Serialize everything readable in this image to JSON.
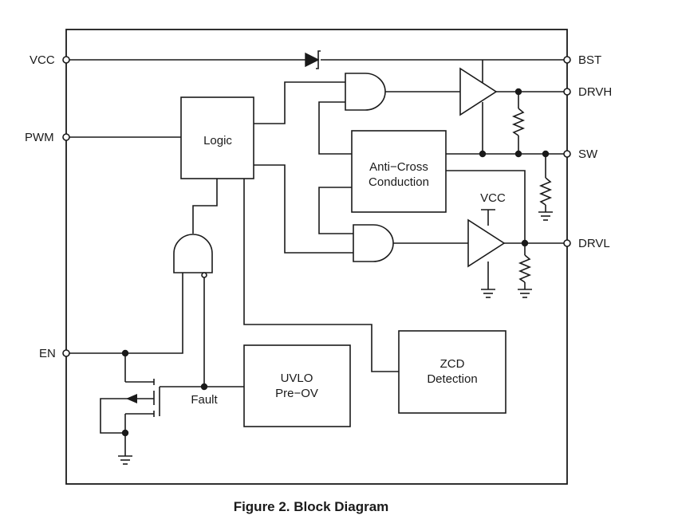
{
  "pins": {
    "vcc": "VCC",
    "pwm": "PWM",
    "en": "EN",
    "bst": "BST",
    "drvh": "DRVH",
    "sw": "SW",
    "drvl": "DRVL"
  },
  "blocks": {
    "logic": "Logic",
    "anti_cross_line1": "Anti−Cross",
    "anti_cross_line2": "Conduction",
    "uvlo_line1": "UVLO",
    "uvlo_line2": "Pre−OV",
    "zcd_line1": "ZCD",
    "zcd_line2": "Detection"
  },
  "labels": {
    "internal_vcc": "VCC",
    "fault": "Fault"
  },
  "caption": "Figure 2. Block Diagram"
}
